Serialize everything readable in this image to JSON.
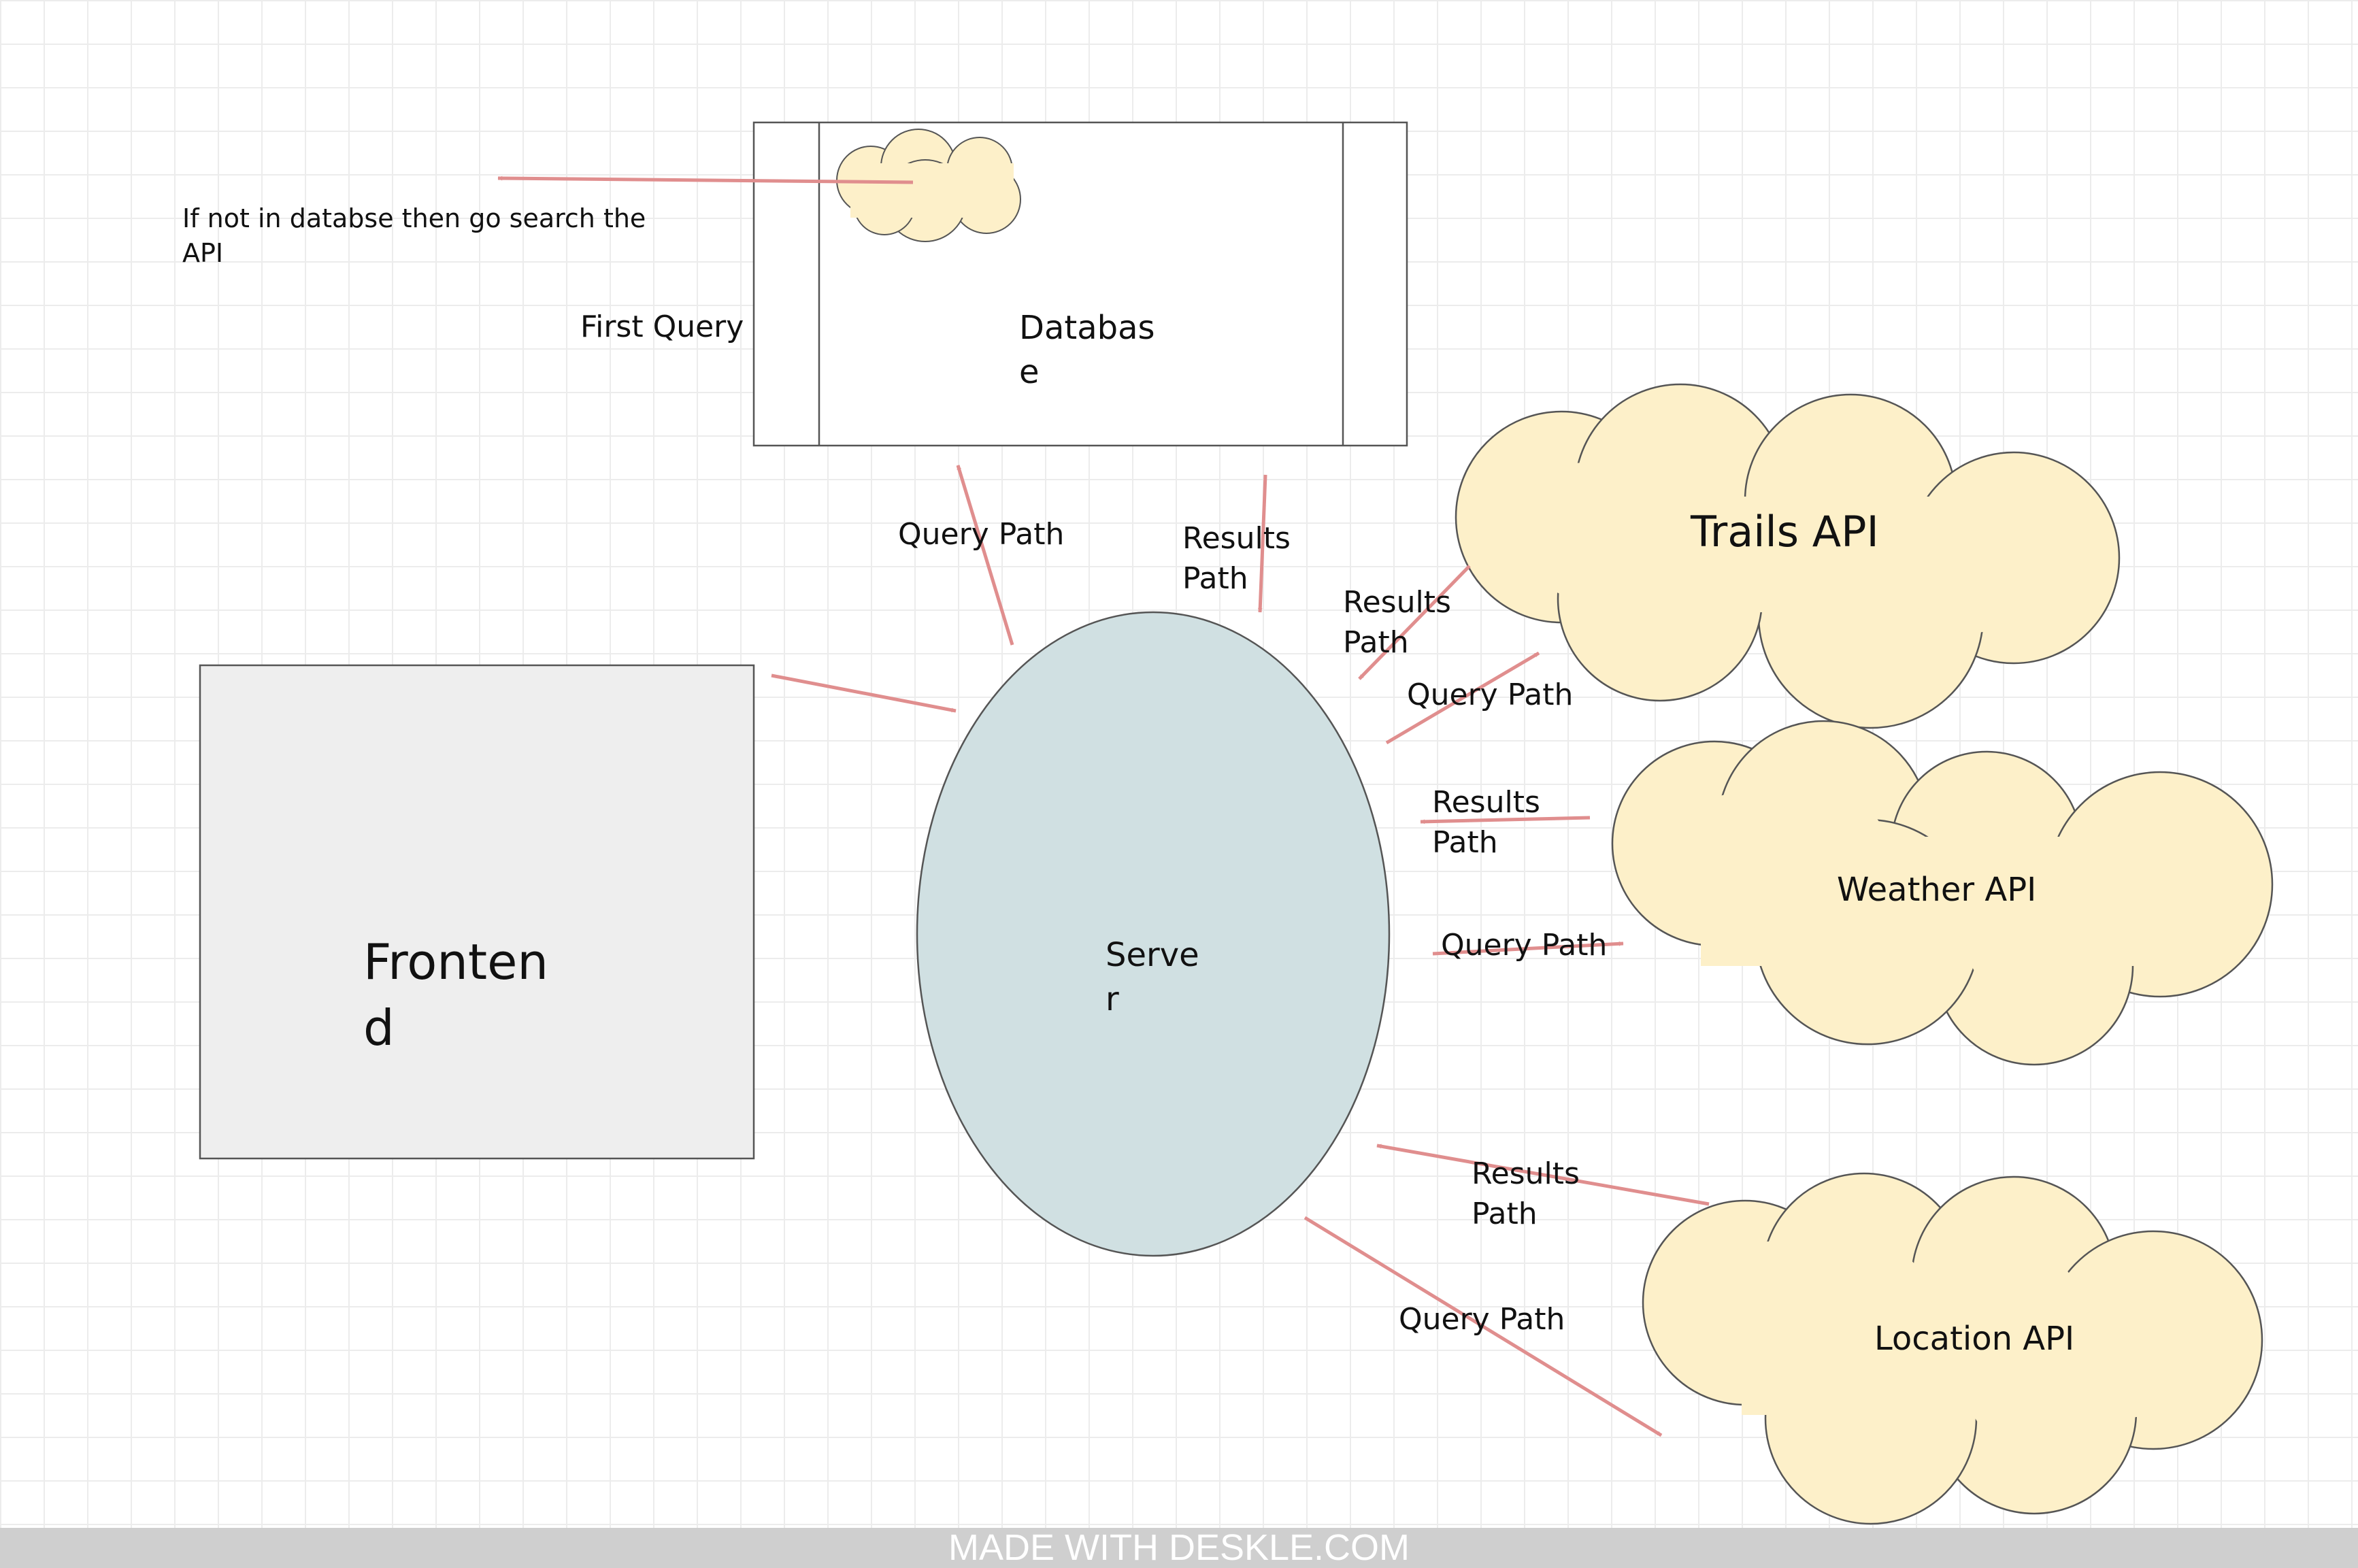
{
  "nodes": {
    "database": "Databas\ne",
    "frontend": "Fronten\nd",
    "server": "Serve\nr",
    "trails_api": "Trails API",
    "weather_api": "Weather API",
    "location_api": "Location API"
  },
  "labels": {
    "db_note": "If not in databse then go search the\nAPI",
    "first_query": "First Query",
    "db_query_path": "Query Path",
    "db_results_path": "Results\nPath",
    "trails_results_path": "Results\nPath",
    "trails_query_path": "Query Path",
    "weather_results_path": "Results\nPath",
    "weather_query_path": "Query Path",
    "location_results_path": "Results\nPath",
    "location_query_path": "Query Path"
  },
  "footer": "MADE WITH DESKLE.COM",
  "colors": {
    "arrow": "#e08e8e",
    "cloud_fill": "#fdf0c9",
    "server_fill": "#d0e0e2",
    "frontend_fill": "#eeeeee",
    "outline": "#555555"
  }
}
